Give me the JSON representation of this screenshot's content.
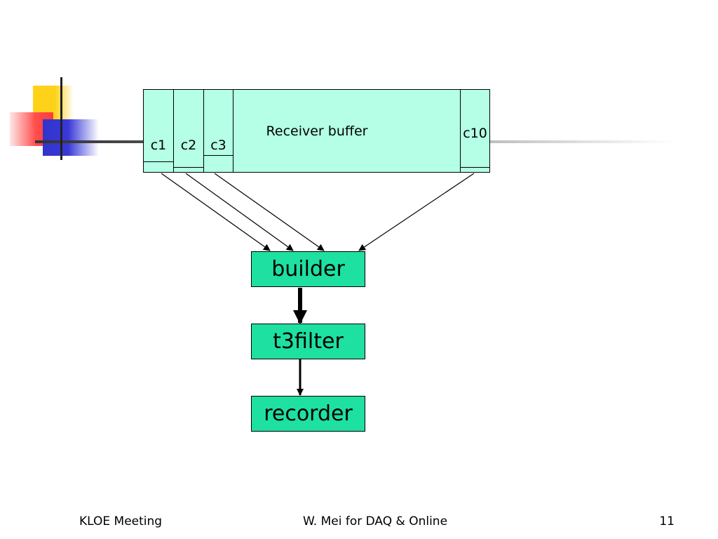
{
  "buffer": {
    "label": "Receiver buffer",
    "channels": [
      "c1",
      "c2",
      "c3",
      "c10"
    ]
  },
  "pipeline": {
    "builder": "builder",
    "t3filter": "t3filter",
    "recorder": "recorder"
  },
  "footer": {
    "left": "KLOE Meeting",
    "center": "W. Mei for DAQ & Online",
    "page": "11"
  },
  "colors": {
    "buffer_fill": "#b4ffe6",
    "box_fill": "#1ee0a0",
    "accent_yellow": "#ffd21a",
    "accent_red": "#ff4d4d",
    "accent_blue": "#3333cc"
  }
}
